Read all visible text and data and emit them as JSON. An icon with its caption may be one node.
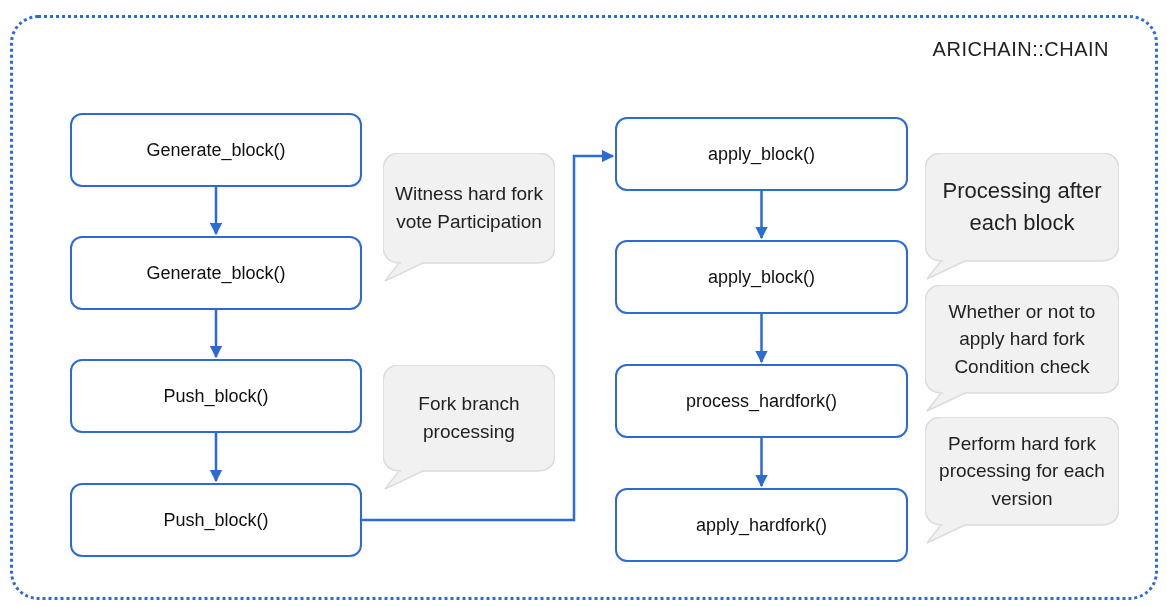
{
  "diagram": {
    "nodes": [
      {
        "text": [
          "ARICHAIN::CHAIN"
        ]
      },
      {
        "text": [
          "Generate_block()"
        ],
        "in": 0
      },
      {
        "text": [
          "Generate_block()"
        ],
        "in": 0
      },
      {
        "text": [
          "Push_block()"
        ],
        "in": 0
      },
      {
        "text": [
          "Push_block()"
        ],
        "in": 0
      },
      {
        "text": [
          "Witness hard fork vote Participation"
        ],
        "in": 0
      },
      {
        "text": [
          "Fork branch processing"
        ],
        "in": 0
      },
      {
        "text": [
          "apply_block()"
        ],
        "in": 0
      },
      {
        "text": [
          "apply_block()"
        ],
        "in": 0
      },
      {
        "text": [
          "process_hardfork()"
        ],
        "in": 0
      },
      {
        "text": [
          "apply_hardfork()"
        ],
        "in": 0
      },
      {
        "text": [
          "Processing after each block"
        ],
        "in": 0
      },
      {
        "text": [
          "Whether or not to apply hard fork Condition check"
        ],
        "in": 0
      },
      {
        "text": [
          "Perform hard fork processing for each version"
        ],
        "in": 0
      }
    ],
    "edges": [
      {
        "from": 1,
        "to": 2,
        "arrow": "to"
      },
      {
        "from": 2,
        "to": 3,
        "arrow": "to"
      },
      {
        "from": 3,
        "to": 4,
        "arrow": "to"
      },
      {
        "from": 4,
        "to": 7,
        "arrow": "to"
      },
      {
        "from": 7,
        "to": 8,
        "arrow": "to"
      },
      {
        "from": 8,
        "to": 9,
        "arrow": "to"
      },
      {
        "from": 9,
        "to": 10,
        "arrow": "to"
      }
    ]
  }
}
